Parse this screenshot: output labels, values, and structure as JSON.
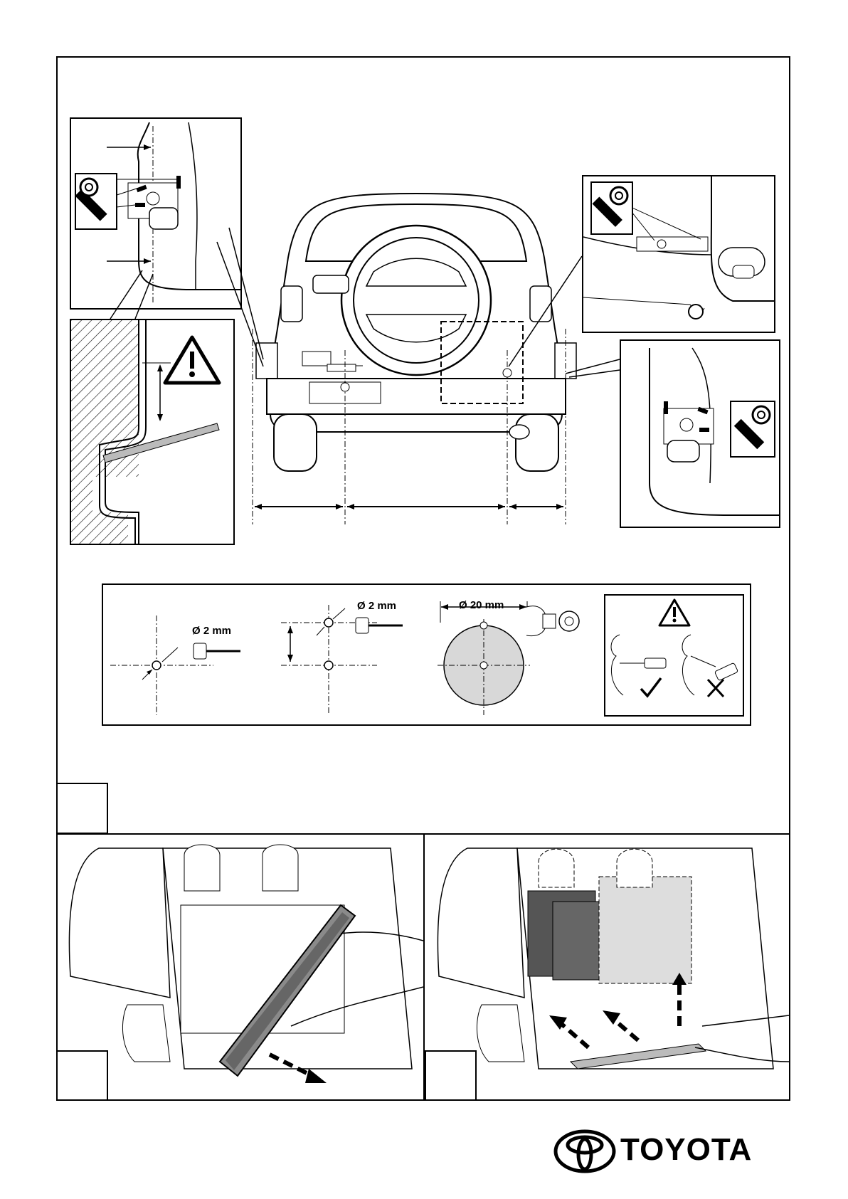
{
  "drill_panel": {
    "step1_diameter": "Ø 2 mm",
    "step2_diameter": "Ø 2 mm",
    "step3_diameter": "Ø 20 mm"
  },
  "brand": {
    "name": "TOYOTA"
  },
  "icons": [
    "warning-triangle-icon",
    "tape-roll-icon",
    "drill-icon",
    "hole-saw-icon",
    "check-mark-icon",
    "cross-mark-icon",
    "toyota-logo-icon"
  ]
}
